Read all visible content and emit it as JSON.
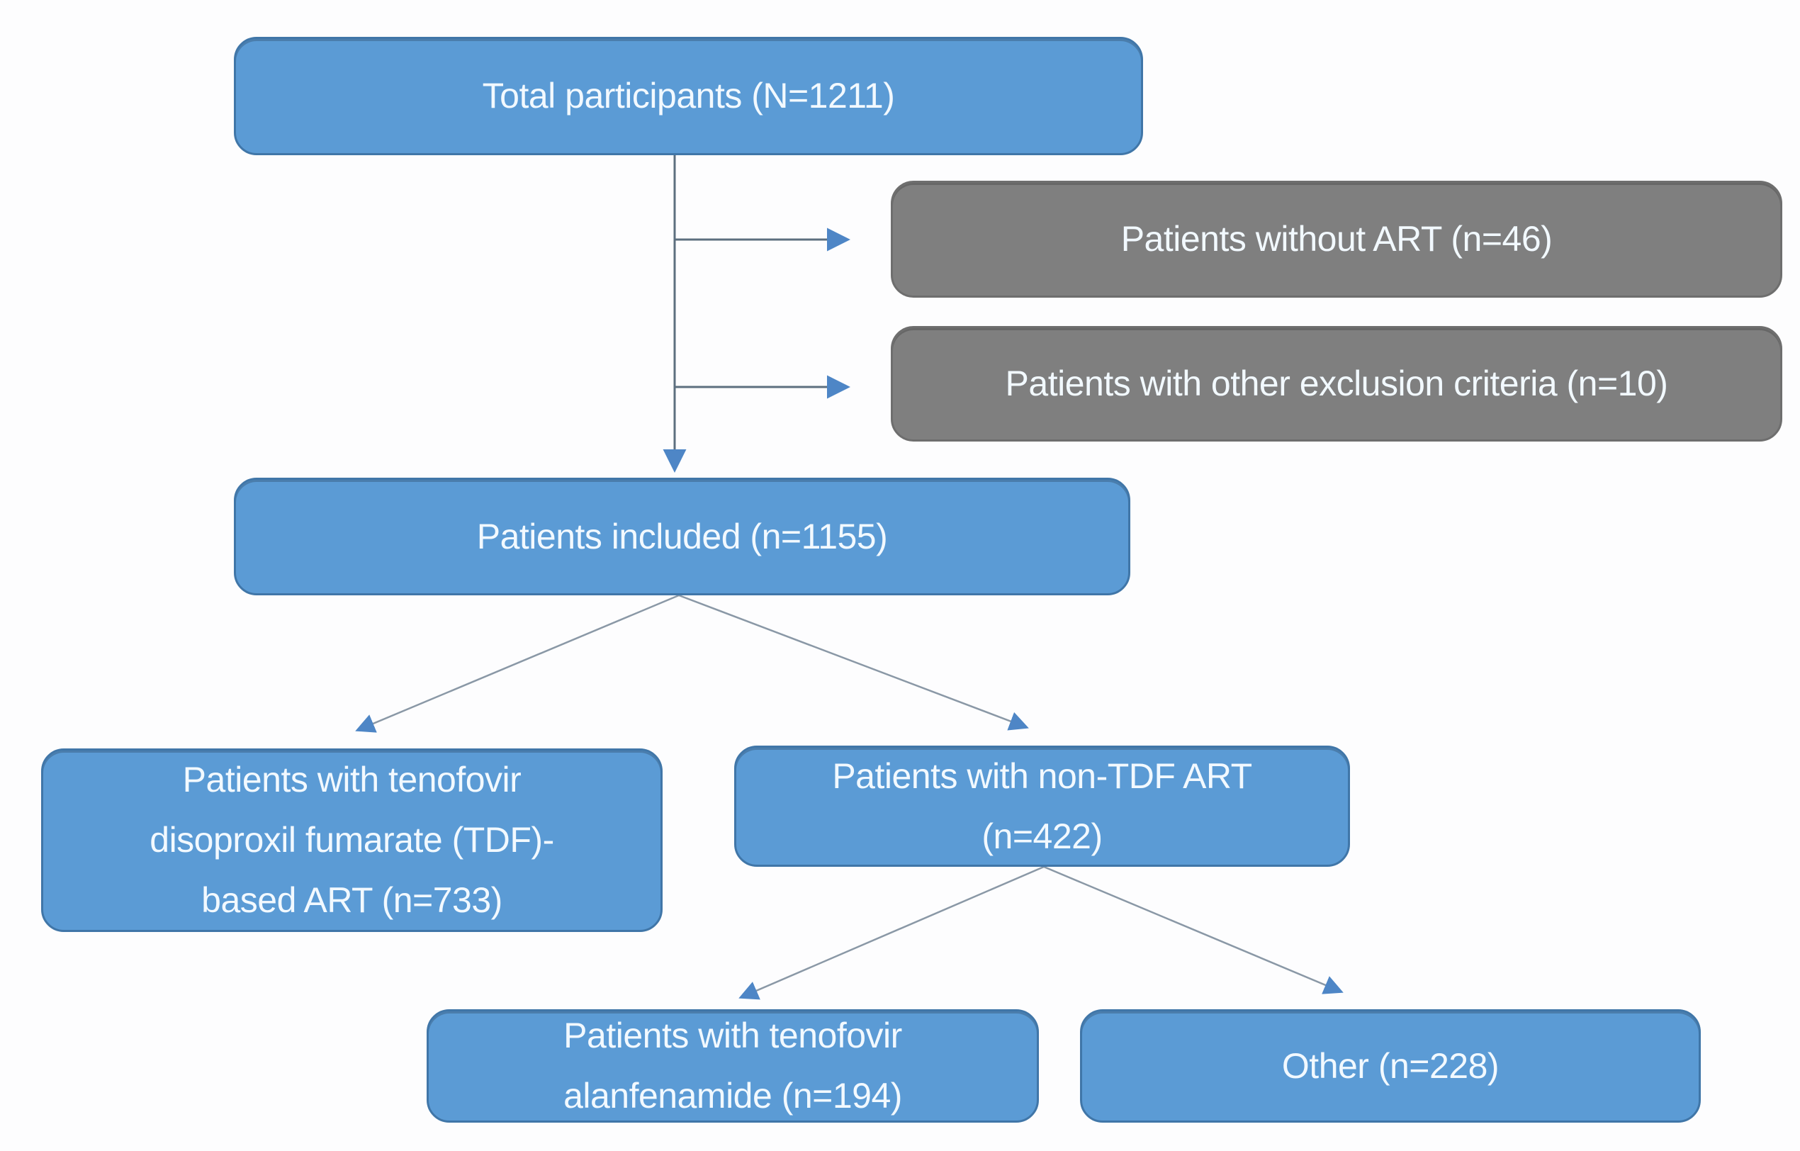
{
  "colors": {
    "background": "#fdfdfe",
    "box_blue_fill": "#5b9bd5",
    "box_blue_border": "#4076a8",
    "box_gray_fill": "#7f7f7f",
    "box_gray_border": "#6e6e6e",
    "connector_line": "#5d6f7f",
    "connector_diag": "#8a98a6",
    "arrowhead": "#4e86c6",
    "label_text": "#f2f9ff"
  },
  "nodes": {
    "total": {
      "label": "Total participants (N=1211)"
    },
    "without_art": {
      "label": "Patients without ART (n=46)"
    },
    "other_exclusion": {
      "label": "Patients with other exclusion criteria (n=10)"
    },
    "included": {
      "label": "Patients included (n=1155)"
    },
    "tdf": {
      "label": "Patients with tenofovir\ndisoproxil fumarate (TDF)-\nbased ART (n=733)"
    },
    "non_tdf": {
      "label": "Patients with non-TDF ART\n(n=422)"
    },
    "taf": {
      "label": "Patients with tenofovir\nalanfenamide (n=194)"
    },
    "other": {
      "label": "Other (n=228)"
    }
  }
}
